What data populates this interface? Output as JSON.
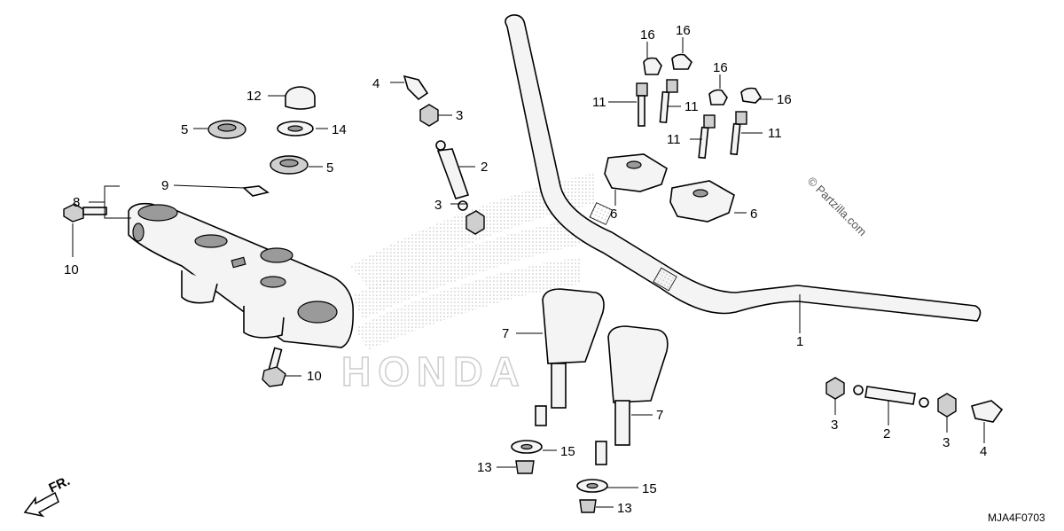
{
  "diagram_code": "MJA4F0703",
  "watermark": "© Partzilla.com",
  "brand_watermark": "HONDA",
  "direction_label": "FR.",
  "callouts": {
    "c1": "1",
    "c2a": "2",
    "c2b": "2",
    "c3a": "3",
    "c3b": "3",
    "c3c": "3",
    "c3d": "3",
    "c4a": "4",
    "c4b": "4",
    "c5a": "5",
    "c5b": "5",
    "c6a": "6",
    "c6b": "6",
    "c7a": "7",
    "c7b": "7",
    "c8": "8",
    "c9": "9",
    "c10a": "10",
    "c10b": "10",
    "c11a": "11",
    "c11b": "11",
    "c11c": "11",
    "c11d": "11",
    "c12": "12",
    "c13a": "13",
    "c13b": "13",
    "c14": "14",
    "c15a": "15",
    "c15b": "15",
    "c16a": "16",
    "c16b": "16",
    "c16c": "16",
    "c16d": "16"
  }
}
